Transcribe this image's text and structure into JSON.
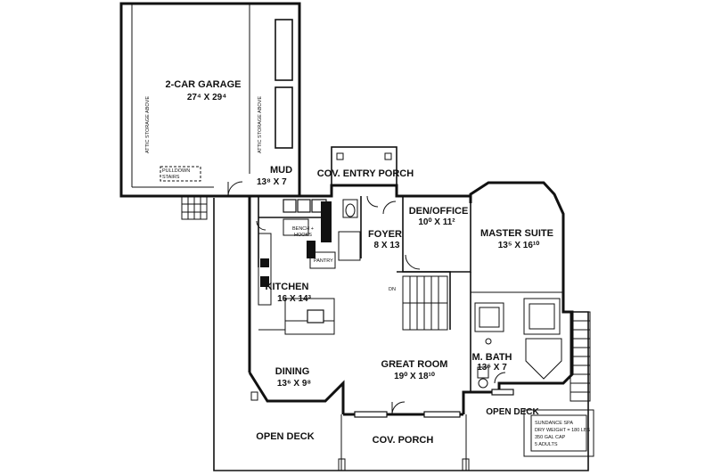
{
  "rooms": {
    "garage": {
      "name": "2-CAR GARAGE",
      "dim": "27⁴ X 29⁴"
    },
    "attic_left": "ATTIC STORAGE ABOVE",
    "attic_right": "ATTIC STORAGE ABOVE",
    "pulldown": {
      "line1": "PULLDOWN",
      "line2": "STAIRS"
    },
    "mud": {
      "name": "MUD",
      "dim": "13⁸ X 7"
    },
    "entry_porch": "COV. ENTRY PORCH",
    "den": {
      "name": "DEN/OFFICE",
      "dim": "10⁰ X 11²"
    },
    "master": {
      "name": "MASTER SUITE",
      "dim": "13⁵ X 16¹⁰"
    },
    "foyer": {
      "name": "FOYER",
      "dim": "8 X 13"
    },
    "bench": {
      "line1": "BENCH +",
      "line2": "HOOKS"
    },
    "pantry": "PANTRY",
    "kitchen": {
      "name": "KITCHEN",
      "dim": "16 X 14³"
    },
    "dn": "DN",
    "great_room": {
      "name": "GREAT ROOM",
      "dim": "19⁰ X 18¹⁰"
    },
    "dining": {
      "name": "DINING",
      "dim": "13⁶ X 9⁸"
    },
    "mbath": {
      "name": "M. BATH",
      "dim": "13⁶ X 7"
    },
    "open_deck_left": "OPEN DECK",
    "cov_porch": "COV. PORCH",
    "open_deck_right": "OPEN DECK",
    "spa": {
      "line1": "SUNDANCE SPA",
      "line2": "DRY WEIGHT = 180 LBS",
      "line3": "350 GAL CAP",
      "line4": "5 ADULTS"
    }
  }
}
